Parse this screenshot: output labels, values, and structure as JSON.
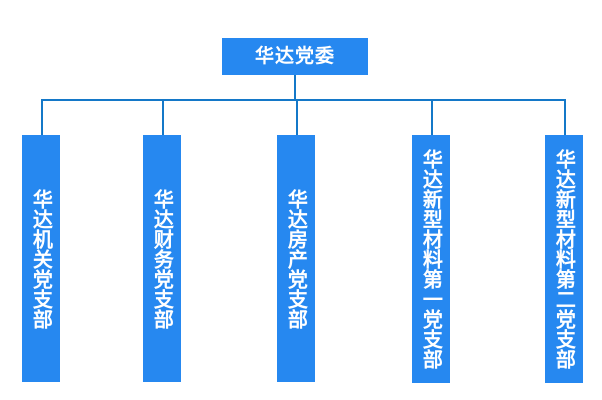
{
  "chart_data": {
    "type": "diagram",
    "title": "",
    "diagram_kind": "organization-chart",
    "orientation": "top-down",
    "root": {
      "label": "华达党委",
      "level": 0
    },
    "nodes": [
      {
        "label": "华达机关党支部",
        "level": 1,
        "parent": "华达党委"
      },
      {
        "label": "华达财务党支部",
        "level": 1,
        "parent": "华达党委"
      },
      {
        "label": "华达房产党支部",
        "level": 1,
        "parent": "华达党委"
      },
      {
        "label": "华达新型材料第一党支部",
        "level": 1,
        "parent": "华达党委"
      },
      {
        "label": "华达新型材料第二党支部",
        "level": 1,
        "parent": "华达党委"
      }
    ],
    "edges": [
      {
        "from": "华达党委",
        "to": "华达机关党支部"
      },
      {
        "from": "华达党委",
        "to": "华达财务党支部"
      },
      {
        "from": "华达党委",
        "to": "华达房产党支部"
      },
      {
        "from": "华达党委",
        "to": "华达新型材料第一党支部"
      },
      {
        "from": "华达党委",
        "to": "华达新型材料第二党支部"
      }
    ],
    "node_count": 6,
    "branch_count": 5,
    "colors": {
      "node_fill": "#2688f0",
      "node_text": "#ffffff",
      "connector": "#1478c8",
      "background": "#ffffff"
    },
    "text_direction": {
      "root": "horizontal",
      "children": "vertical"
    }
  }
}
